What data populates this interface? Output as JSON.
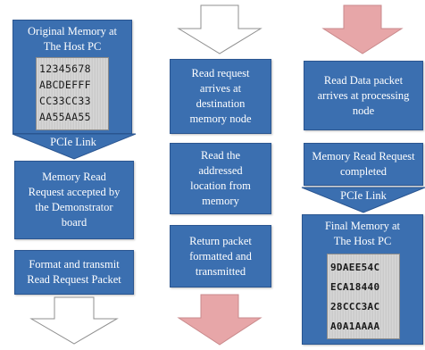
{
  "column1": {
    "original_memory_title": [
      "Original Memory at",
      "The Host PC"
    ],
    "original_memory_values": [
      "12345678",
      "ABCDEFFF",
      "CC33CC33",
      "AA55AA55"
    ],
    "pcie_link_label": "PCIe Link",
    "accept_box": [
      "Memory Read",
      "Request accepted by",
      "the Demonstrator",
      "board"
    ],
    "format_box": [
      "Format and transmit",
      "Read Request Packet"
    ]
  },
  "column2": {
    "arrive_box": [
      "Read request",
      "arrives at",
      "destination",
      "memory node"
    ],
    "read_box": [
      "Read the",
      "addressed",
      "location from",
      "memory"
    ],
    "return_box": [
      "Return packet",
      "formatted and",
      "transmitted"
    ]
  },
  "column3": {
    "data_arrive_box": [
      "Read Data packet",
      "arrives at processing",
      "node"
    ],
    "completed_box": [
      "Memory Read Request",
      "completed"
    ],
    "pcie_link_label": "PCIe Link",
    "final_memory_title": [
      "Final Memory at",
      "The Host PC"
    ],
    "final_memory_values": [
      "9DAEE54C",
      "ECA18440",
      "28CCC3AC",
      "A0A1AAAA"
    ]
  },
  "colors": {
    "box_fill": "#3b6fb0",
    "arrow_white": "#ffffff",
    "arrow_pink": "#e7a6a8",
    "arrow_blue": "#3b6fb0"
  }
}
